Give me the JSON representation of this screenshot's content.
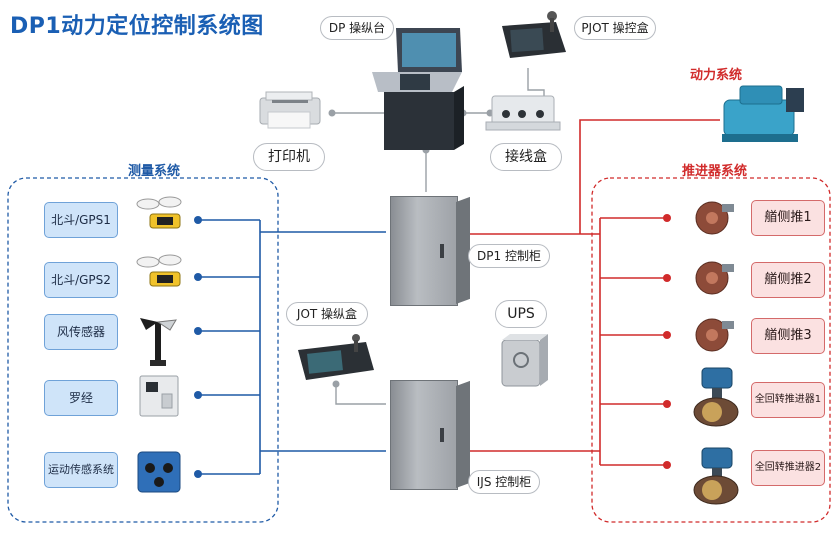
{
  "title": "DP1动力定位控制系统图",
  "labels": {
    "dp_console": "DP 操纵台",
    "pjot_box": "PJOT 操控盒",
    "printer": "打印机",
    "junction_box": "接线盒",
    "power_system": "动力系统",
    "measurement_system": "测量系统",
    "propulsion_system": "推进器系统",
    "dp1_cabinet": "DP1 控制柜",
    "jot_box": "JOT 操纵盒",
    "ups": "UPS",
    "ijs_cabinet": "IJS 控制柜"
  },
  "sensors": [
    "北斗/GPS1",
    "北斗/GPS2",
    "风传感器",
    "罗经",
    "运动传感系统"
  ],
  "thrusters": [
    "艏侧推1",
    "艏侧推2",
    "艏侧推3",
    "全回转推进器1",
    "全回转推进器2"
  ],
  "colors": {
    "title": "#1a5fb4",
    "measurement_line": "#1f5aa6",
    "propulsion_line": "#d12b2b",
    "gray_line": "#9aa0a6"
  }
}
